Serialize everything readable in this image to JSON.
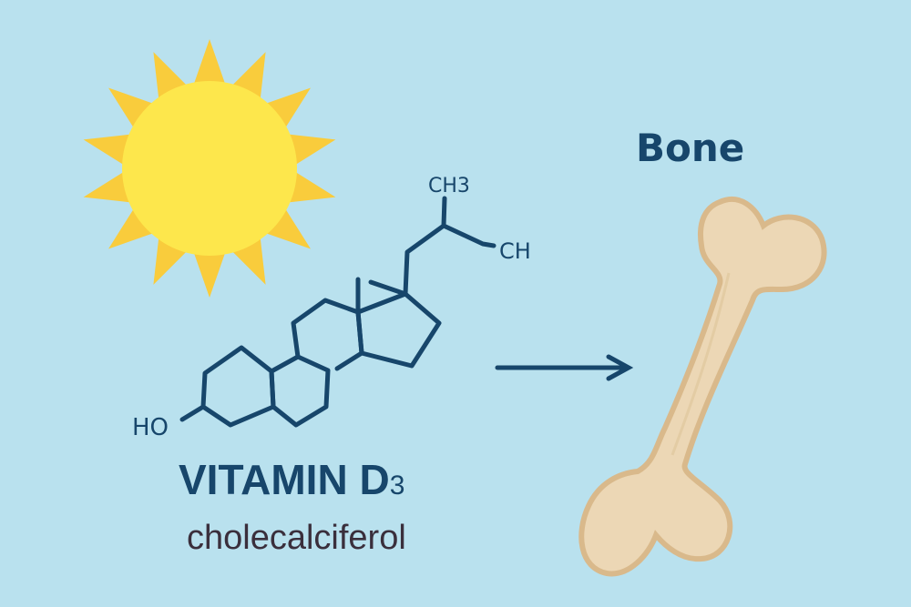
{
  "title": "Bone",
  "vitamin": {
    "name": "VITAMIN D",
    "subscript": "3",
    "chemical_name": "cholecalciferol"
  },
  "molecule": {
    "group_top": "CH3",
    "group_right": "CH",
    "group_left": "HO"
  },
  "colors": {
    "background": "#b9e1ee",
    "ink": "#17466b",
    "sun": "#fde74c",
    "sun_rays": "#f9cc3c",
    "bone": "#ecd7b5",
    "bone_outline": "#d9b98b"
  },
  "icons": [
    "sun-icon",
    "arrow-right-icon",
    "bone-icon"
  ]
}
